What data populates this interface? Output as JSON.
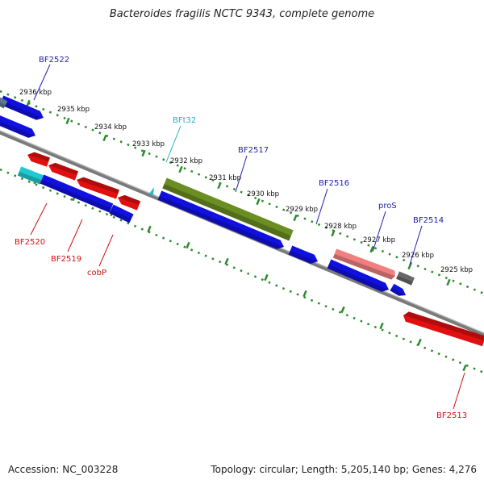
{
  "title": "Bacteroides fragilis NCTC 9343, complete genome",
  "footer": {
    "accession": "Accession: NC_003228",
    "summary": "Topology: circular; Length: 5,205,140 bp; Genes: 4,276"
  },
  "colors": {
    "backbone": "#808080",
    "ruler": "#2a8a2a",
    "forward_gene": "#1010e0",
    "reverse_gene": "#e01010",
    "trna": "#20c0d0",
    "rrna": "#6b8e23",
    "pseudo": "#f07070",
    "misc": "#606060",
    "label_blue": "#2020b0",
    "label_red": "#d01010",
    "label_cyan": "#20b0d0"
  },
  "ticks": [
    {
      "label": "2936 kbp"
    },
    {
      "label": "2935 kbp"
    },
    {
      "label": "2934 kbp"
    },
    {
      "label": "2933 kbp"
    },
    {
      "label": "2932 kbp"
    },
    {
      "label": "2931 kbp"
    },
    {
      "label": "2930 kbp"
    },
    {
      "label": "2929 kbp"
    },
    {
      "label": "2928 kbp"
    },
    {
      "label": "2927 kbp"
    },
    {
      "label": "2926 kbp"
    },
    {
      "label": "2925 kbp"
    }
  ],
  "gene_labels": [
    {
      "name": "BF2522"
    },
    {
      "name": "BFt32"
    },
    {
      "name": "BF2517"
    },
    {
      "name": "BF2516"
    },
    {
      "name": "proS"
    },
    {
      "name": "BF2514"
    },
    {
      "name": "BF2520"
    },
    {
      "name": "BF2519"
    },
    {
      "name": "cobP"
    },
    {
      "name": "BF2513"
    }
  ]
}
